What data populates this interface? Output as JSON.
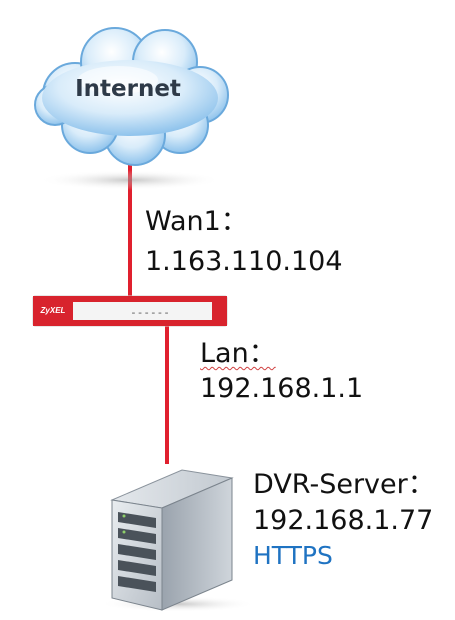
{
  "colors": {
    "link_line": "#e0202e",
    "cloud_fill": "#cfe6f8",
    "router_red": "#d8232d",
    "protocol_text": "#1f73c2",
    "text": "#111111"
  },
  "internet": {
    "label": "Internet",
    "icon": "cloud-icon"
  },
  "router": {
    "brand": "ZyXEL",
    "ports": "------",
    "icon": "firewall-router-icon"
  },
  "wan": {
    "label": "Wan1：",
    "ip": "1.163.110.104"
  },
  "lan": {
    "label": "Lan：",
    "ip": "192.168.1.1"
  },
  "server": {
    "label": "DVR-Server：",
    "ip": "192.168.1.77",
    "protocol": "HTTPS",
    "icon": "server-tower-icon"
  }
}
